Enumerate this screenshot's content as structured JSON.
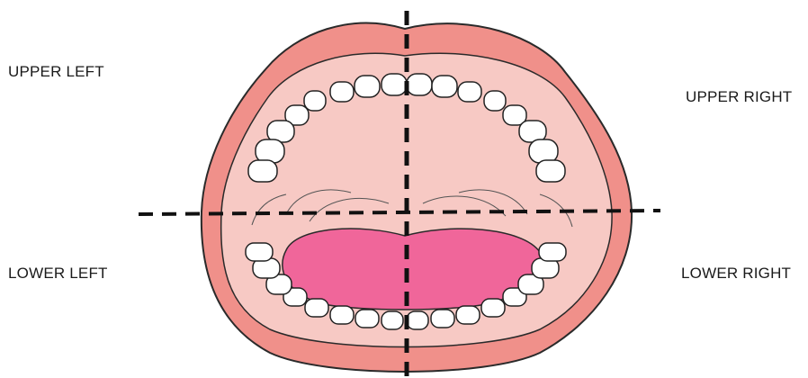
{
  "labels": {
    "upper_left": "UPPER LEFT",
    "upper_right": "UPPER RIGHT",
    "lower_left": "LOWER LEFT",
    "lower_right": "LOWER RIGHT"
  },
  "colors": {
    "lip": "#f0908a",
    "lip_outline": "#2a2a2a",
    "inner_mouth": "#f7c9c4",
    "tongue": "#f0669a",
    "tooth": "#ffffff",
    "divider": "#111111"
  }
}
